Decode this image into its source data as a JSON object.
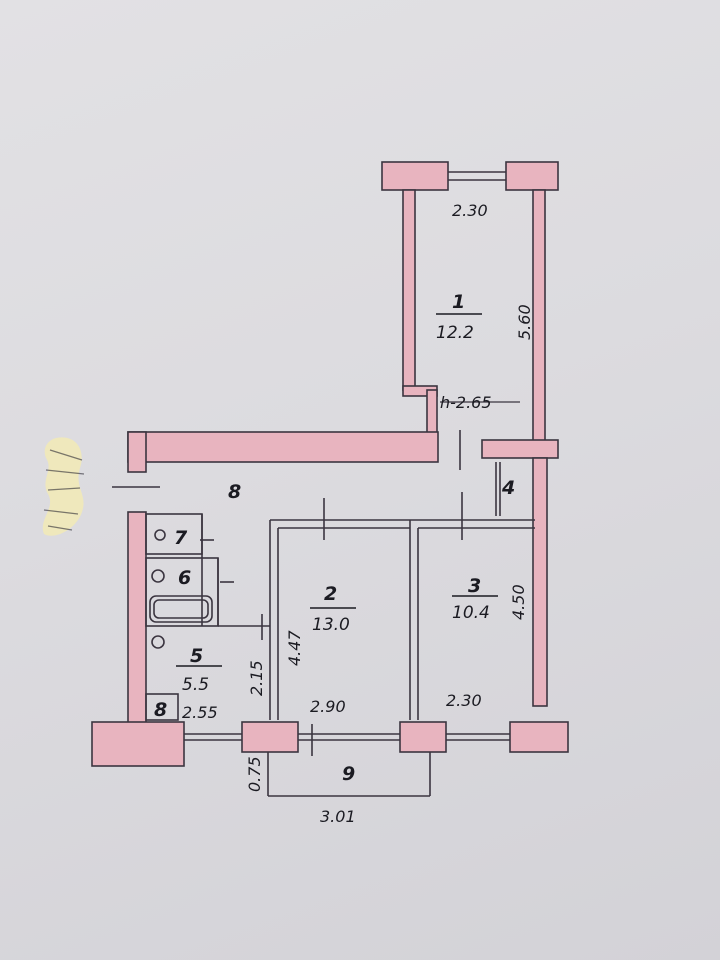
{
  "plan": {
    "ceiling_height": "h-2.65",
    "rooms": [
      {
        "number": "1",
        "area": "12.2"
      },
      {
        "number": "2",
        "area": "13.0"
      },
      {
        "number": "3",
        "area": "10.4"
      },
      {
        "number": "4"
      },
      {
        "number": "5",
        "area": "5.5"
      },
      {
        "number": "6"
      },
      {
        "number": "7"
      },
      {
        "number": "8"
      },
      {
        "number": "8"
      },
      {
        "number": "9"
      }
    ],
    "dimensions": {
      "room1_width": "2.30",
      "room1_length": "5.60",
      "room2_width": "2.90",
      "room2_length": "4.47",
      "room3_width": "2.30",
      "room3_length": "4.50",
      "room5_width": "2.55",
      "room5_length": "2.15",
      "balcony_width": "3.01",
      "balcony_depth": "0.75"
    }
  },
  "colors": {
    "wall_fill": "#e8b4bf",
    "wall_line": "#3b3540",
    "paper": "#dcdbdf"
  }
}
